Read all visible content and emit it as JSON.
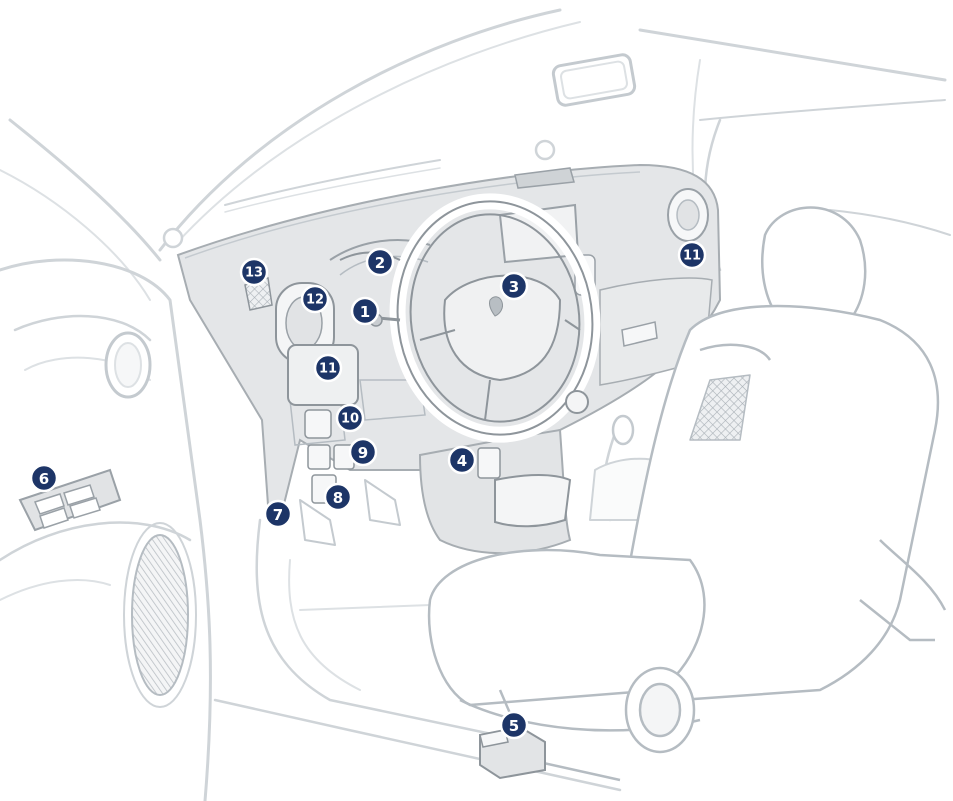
{
  "colors": {
    "line": "#cfd4d8",
    "line_dark": "#b5bcc2",
    "dash_fill": "#e4e6e8",
    "dash_stroke": "#a7adb2",
    "console_fill": "#e2e4e6",
    "callout_fill": "#1d3567",
    "callout_text": "#ffffff",
    "background": "#ffffff"
  },
  "icons": {
    "speaker_grille": "speaker-grille-icon",
    "vent": "air-vent-icon",
    "steering_wheel": "steering-wheel-icon",
    "brand_logo": "lion-emblem-icon"
  },
  "callouts": [
    {
      "id": "c1",
      "label": "1"
    },
    {
      "id": "c2",
      "label": "2"
    },
    {
      "id": "c3",
      "label": "3"
    },
    {
      "id": "c4",
      "label": "4"
    },
    {
      "id": "c5",
      "label": "5"
    },
    {
      "id": "c6",
      "label": "6"
    },
    {
      "id": "c7",
      "label": "7"
    },
    {
      "id": "c8",
      "label": "8"
    },
    {
      "id": "c9",
      "label": "9"
    },
    {
      "id": "c10",
      "label": "10"
    },
    {
      "id": "c11a",
      "label": "11"
    },
    {
      "id": "c11b",
      "label": "11"
    },
    {
      "id": "c12",
      "label": "12"
    },
    {
      "id": "c13",
      "label": "13"
    }
  ]
}
